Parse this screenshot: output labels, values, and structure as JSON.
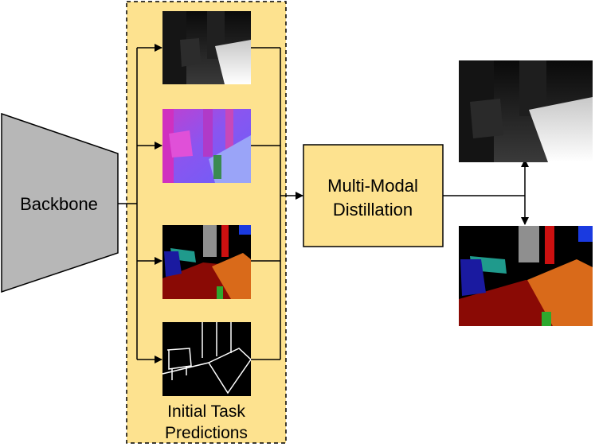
{
  "backbone": {
    "label": "Backbone"
  },
  "initial_predictions": {
    "caption_line1": "Initial Task",
    "caption_line2": "Predictions"
  },
  "distillation": {
    "label_line1": "Multi-Modal",
    "label_line2": "Distillation"
  },
  "colors": {
    "panel_fill": "#fde28f",
    "box_fill": "#fde28f",
    "backbone_fill": "#b7b7b7",
    "normal_purple": "#7a5cf0",
    "normal_magenta": "#e040c8",
    "seg_dark_red": "#8a0a05",
    "seg_orange": "#d96a1a",
    "seg_teal": "#1f9a8c",
    "seg_navy": "#1a1aa0",
    "seg_grey": "#8f8f8f",
    "seg_red": "#cc1010",
    "seg_green": "#2ea82e",
    "seg_blue": "#1a3ae0"
  }
}
